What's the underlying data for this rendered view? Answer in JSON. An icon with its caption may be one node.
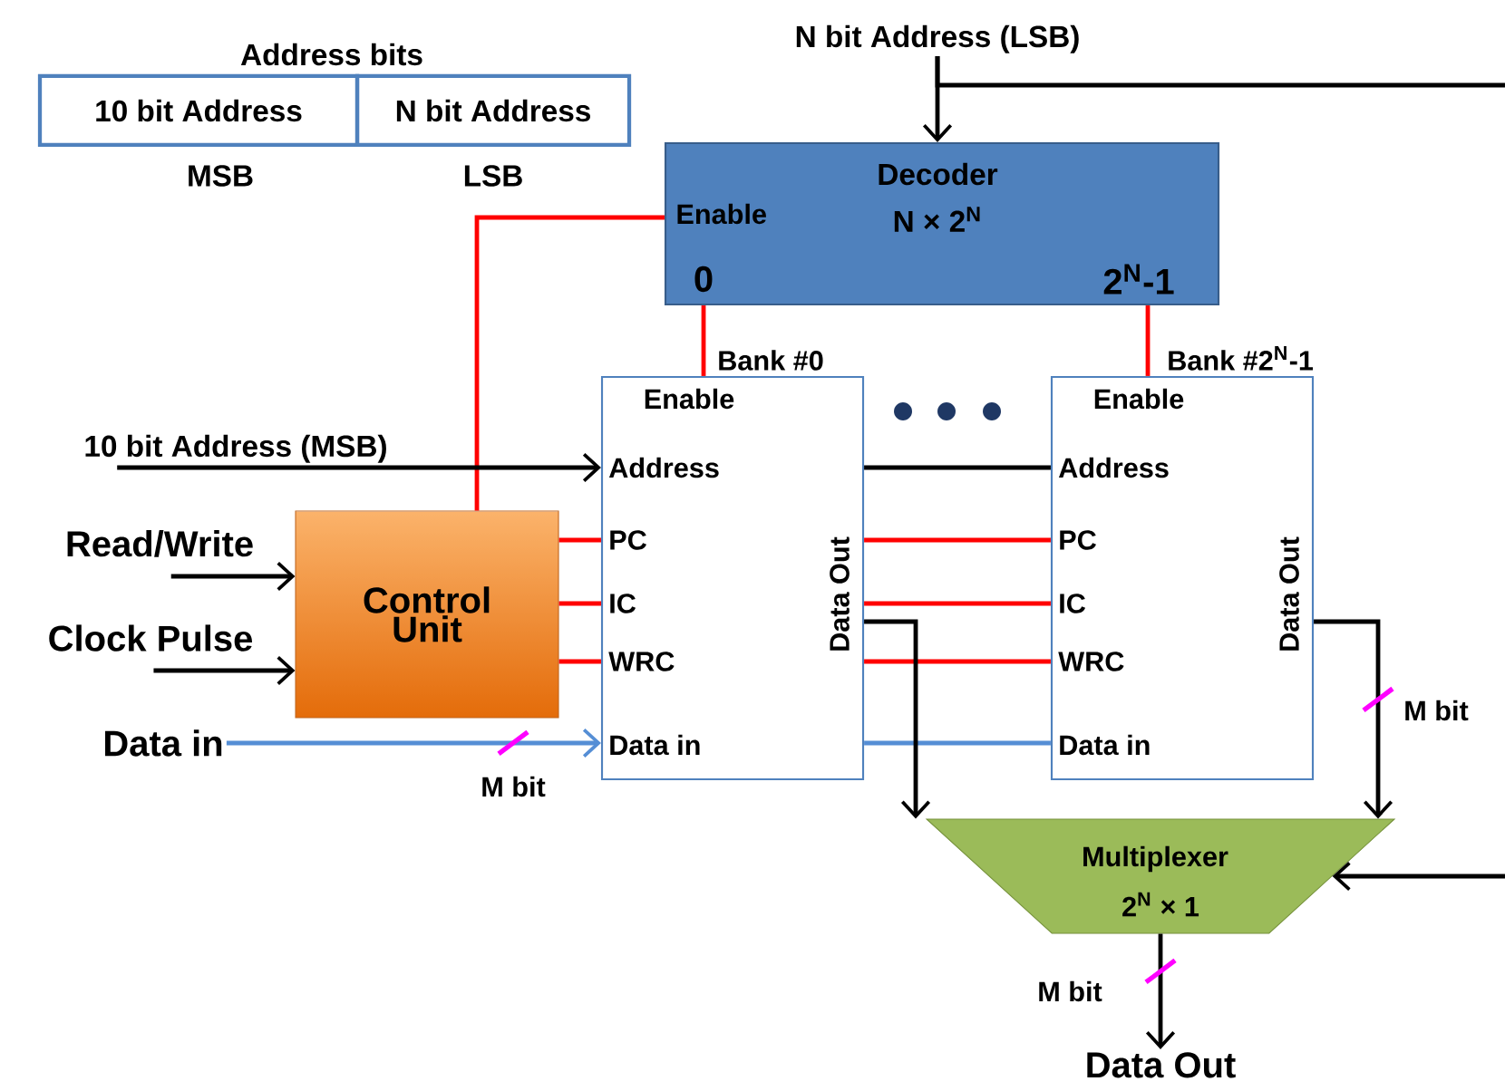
{
  "diagram": {
    "nodes": [
      {
        "text": [
          "10 bit Address"
        ],
        "beside": [
          "MSB"
        ]
      },
      {
        "text": [
          "N bit Address"
        ],
        "beside": [
          "LSB"
        ]
      },
      {
        "text": [
          "Decoder",
          "N × 2$^{N}$",
          "Enable",
          "0",
          "2$^{N}$-1"
        ]
      },
      {
        "text": [
          "Enable",
          "Address",
          "PC",
          "IC",
          "WRC",
          "Data in",
          "Data Out"
        ],
        "beside": [
          "Bank #0"
        ]
      },
      {
        "text": [
          "Enable",
          "Address",
          "PC",
          "IC",
          "WRC",
          "Data in",
          "Data Out"
        ],
        "beside": [
          "Bank #2$^{N}$-1"
        ]
      },
      {
        "text": [
          "Control Unit"
        ]
      },
      {
        "text": [
          "Multiplexer",
          "2$^{N}$ × 1"
        ]
      },
      {
        "text": [
          "N bit Address (LSB)"
        ]
      },
      {
        "text": [
          "10 bit Address (MSB)"
        ]
      },
      {
        "text": [
          "Read/Write"
        ]
      },
      {
        "text": [
          "Clock Pulse"
        ]
      },
      {
        "text": [
          "Data in"
        ]
      },
      {
        "text": [
          "Data Out"
        ]
      }
    ],
    "edges": [
      {
        "from": 7,
        "to": 2,
        "arrow": "to"
      },
      {
        "from": 7,
        "to": null,
        "arrow": "none"
      },
      {
        "from": null,
        "to": 6,
        "arrow": "to"
      },
      {
        "from": 5,
        "to": 2,
        "arrow": "none",
        "color": "#ff0000"
      },
      {
        "from": 2,
        "to": 3,
        "arrow": "none",
        "color": "#ff0000"
      },
      {
        "from": 2,
        "to": 4,
        "arrow": "none",
        "color": "#ff0000"
      },
      {
        "from": 8,
        "to": 3,
        "arrow": "to"
      },
      {
        "from": 9,
        "to": 5,
        "arrow": "to"
      },
      {
        "from": 10,
        "to": 5,
        "arrow": "to"
      },
      {
        "from": 5,
        "to": 3,
        "arrow": "none",
        "color": "#ff0000"
      },
      {
        "from": 5,
        "to": 3,
        "arrow": "none",
        "color": "#ff0000"
      },
      {
        "from": 5,
        "to": 3,
        "arrow": "none",
        "color": "#ff0000"
      },
      {
        "from": 11,
        "to": 3,
        "arrow": "to",
        "label": "M bit",
        "color": "#558ed5"
      },
      {
        "from": 3,
        "to": 4,
        "arrow": "none"
      },
      {
        "from": 3,
        "to": 4,
        "arrow": "none",
        "color": "#ff0000"
      },
      {
        "from": 3,
        "to": 4,
        "arrow": "none",
        "color": "#ff0000"
      },
      {
        "from": 3,
        "to": 4,
        "arrow": "none",
        "color": "#ff0000"
      },
      {
        "from": 3,
        "to": 4,
        "arrow": "none",
        "color": "#558ed5"
      },
      {
        "from": 3,
        "to": 6,
        "arrow": "to"
      },
      {
        "from": 4,
        "to": 6,
        "arrow": "to",
        "label": "M bit"
      },
      {
        "from": 6,
        "to": 12,
        "arrow": "to",
        "label": "M bit"
      }
    ],
    "labels": [
      "Address bits"
    ]
  }
}
